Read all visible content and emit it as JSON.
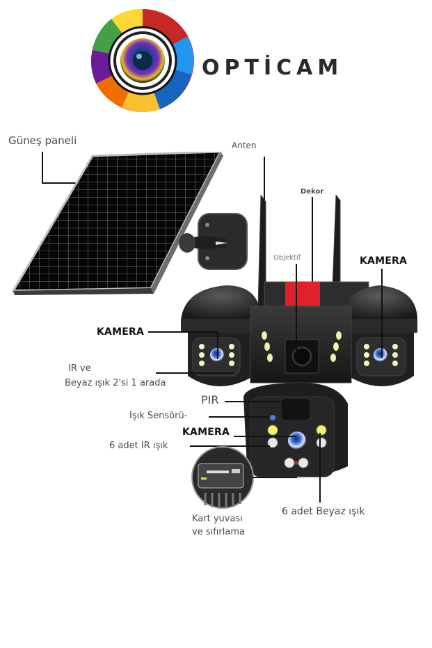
{
  "brand": {
    "name": "OPTİCAM",
    "logo_icon": "camera-lens-rainbow-icon"
  },
  "product": {
    "type": "solar-powered multi-lens security camera",
    "accent_color": "#e0212b"
  },
  "labels": {
    "solar_panel": "Güneş paneli",
    "antenna": "Anten",
    "decor": "Dekor",
    "lens": "Objektif",
    "camera_right": "KAMERA",
    "camera_left": "KAMERA",
    "ir_white_line1": "IR ve",
    "ir_white_line2": "Beyaz ışık 2'si 1 arada",
    "pir": "PIR",
    "light_sensor": "Işık Sensörü-",
    "camera_bottom": "KAMERA",
    "ir_lights": "6 adet IR ışık",
    "card_slot_line1": "Kart yuvası",
    "card_slot_line2": "ve sıfırlama",
    "white_lights": "6 adet Beyaz ışık"
  }
}
